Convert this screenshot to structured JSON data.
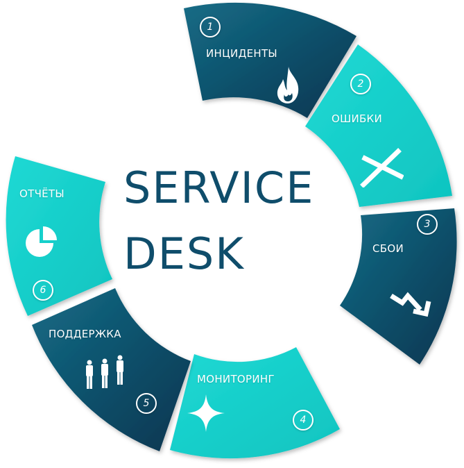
{
  "title": {
    "line1": "SERVICE",
    "line2": "DESK"
  },
  "colors": {
    "dark": "#0e4d68",
    "light": "#11cdc9",
    "title": "#0f4d6b"
  },
  "segments": [
    {
      "number": "1",
      "label": "ИНЦИДЕНТЫ",
      "icon": "fire-icon",
      "color": "dark"
    },
    {
      "number": "2",
      "label": "ОШИБКИ",
      "icon": "cross-icon",
      "color": "light"
    },
    {
      "number": "3",
      "label": "СБОИ",
      "icon": "trend-down-arrow-icon",
      "color": "dark"
    },
    {
      "number": "4",
      "label": "МОНИТОРИНГ",
      "icon": "sparkle-star-icon",
      "color": "light"
    },
    {
      "number": "5",
      "label": "ПОДДЕРЖКА",
      "icon": "people-icon",
      "color": "dark"
    },
    {
      "number": "6",
      "label": "ОТЧЁТЫ",
      "icon": "pie-chart-icon",
      "color": "light"
    }
  ]
}
